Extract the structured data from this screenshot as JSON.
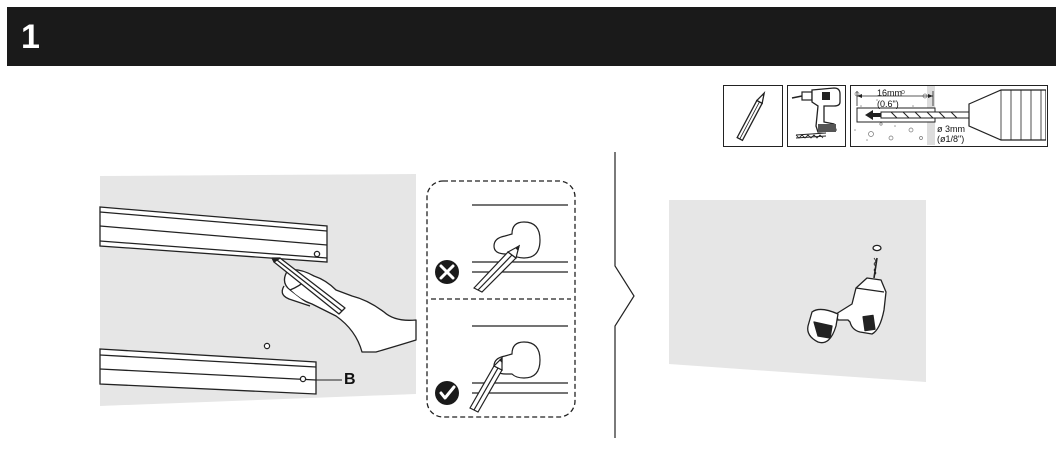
{
  "header": {
    "step_number": "1",
    "background_color": "#1a1a1a",
    "text_color": "#ffffff"
  },
  "tools": {
    "items": [
      {
        "icon": "pencil-icon"
      },
      {
        "icon": "cordless-drill-icon"
      },
      {
        "icon": "drill-depth-diagram-icon"
      }
    ],
    "drill_depth_metric": "16mm",
    "drill_depth_imperial": "(0.6\")",
    "drill_bit_metric": "ø 3mm",
    "drill_bit_imperial": "(ø1/8\")"
  },
  "left_panel": {
    "part_label": "B",
    "wrong_icon": "cross-circle-icon",
    "correct_icon": "check-circle-icon"
  },
  "right_panel": {
    "icon": "drill-on-wall-icon"
  },
  "colors": {
    "wall_gray": "#e6e6e6",
    "line_dark": "#1a1a1a"
  }
}
